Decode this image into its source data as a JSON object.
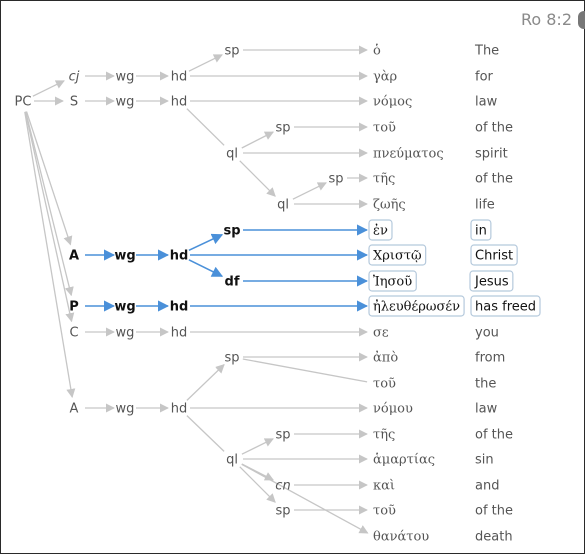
{
  "reference": "Ro 8:2",
  "colors": {
    "line": "#c6c6c6",
    "active_line": "#4a90d9",
    "text": "#555555",
    "active_text": "#111111",
    "highlight_border": "#b5c9dc"
  },
  "nodes": [
    {
      "id": "pc",
      "label": "PC"
    },
    {
      "id": "cj",
      "label": "cj",
      "italic": true
    },
    {
      "id": "wg1",
      "label": "wg"
    },
    {
      "id": "hd1",
      "label": "hd"
    },
    {
      "id": "sp1",
      "label": "sp"
    },
    {
      "id": "s",
      "label": "S"
    },
    {
      "id": "wg2",
      "label": "wg"
    },
    {
      "id": "hd2",
      "label": "hd"
    },
    {
      "id": "ql1",
      "label": "ql"
    },
    {
      "id": "sp2",
      "label": "sp"
    },
    {
      "id": "ql2",
      "label": "ql"
    },
    {
      "id": "sp3",
      "label": "sp"
    },
    {
      "id": "a1",
      "label": "A",
      "active": true
    },
    {
      "id": "wg3",
      "label": "wg",
      "active": true
    },
    {
      "id": "hd3",
      "label": "hd",
      "active": true
    },
    {
      "id": "sp4",
      "label": "sp",
      "active": true
    },
    {
      "id": "df",
      "label": "df",
      "active": true
    },
    {
      "id": "p",
      "label": "P",
      "active": true
    },
    {
      "id": "wg4",
      "label": "wg",
      "active": true
    },
    {
      "id": "hd4",
      "label": "hd",
      "active": true
    },
    {
      "id": "c",
      "label": "C"
    },
    {
      "id": "wg5",
      "label": "wg"
    },
    {
      "id": "hd5",
      "label": "hd"
    },
    {
      "id": "a2",
      "label": "A"
    },
    {
      "id": "wg6",
      "label": "wg"
    },
    {
      "id": "hd6",
      "label": "hd"
    },
    {
      "id": "sp5",
      "label": "sp"
    },
    {
      "id": "ql3",
      "label": "ql"
    },
    {
      "id": "sp6",
      "label": "sp"
    },
    {
      "id": "cn",
      "label": "cn",
      "italic": true
    },
    {
      "id": "sp7",
      "label": "sp"
    }
  ],
  "words": [
    {
      "greek": "ὁ",
      "gloss": "The"
    },
    {
      "greek": "γὰρ",
      "gloss": "for"
    },
    {
      "greek": "νόμος",
      "gloss": "law"
    },
    {
      "greek": "τοῦ",
      "gloss": "of the"
    },
    {
      "greek": "πνεύματος",
      "gloss": "spirit"
    },
    {
      "greek": "τῆς",
      "gloss": "of the"
    },
    {
      "greek": "ζωῆς",
      "gloss": "life"
    },
    {
      "greek": "ἐν",
      "gloss": "in",
      "active": true
    },
    {
      "greek": "Χριστῷ",
      "gloss": "Christ",
      "active": true
    },
    {
      "greek": "Ἰησοῦ",
      "gloss": "Jesus",
      "active": true
    },
    {
      "greek": "ἠλευθέρωσέν",
      "gloss": "has freed",
      "active": true
    },
    {
      "greek": "σε",
      "gloss": "you"
    },
    {
      "greek": "ἀπὸ",
      "gloss": "from"
    },
    {
      "greek": "τοῦ",
      "gloss": "the"
    },
    {
      "greek": "νόμου",
      "gloss": "law"
    },
    {
      "greek": "τῆς",
      "gloss": "of the"
    },
    {
      "greek": "ἁμαρτίας",
      "gloss": "sin"
    },
    {
      "greek": "καὶ",
      "gloss": "and"
    },
    {
      "greek": "τοῦ",
      "gloss": "of the"
    },
    {
      "greek": "θανάτου",
      "gloss": "death"
    }
  ]
}
